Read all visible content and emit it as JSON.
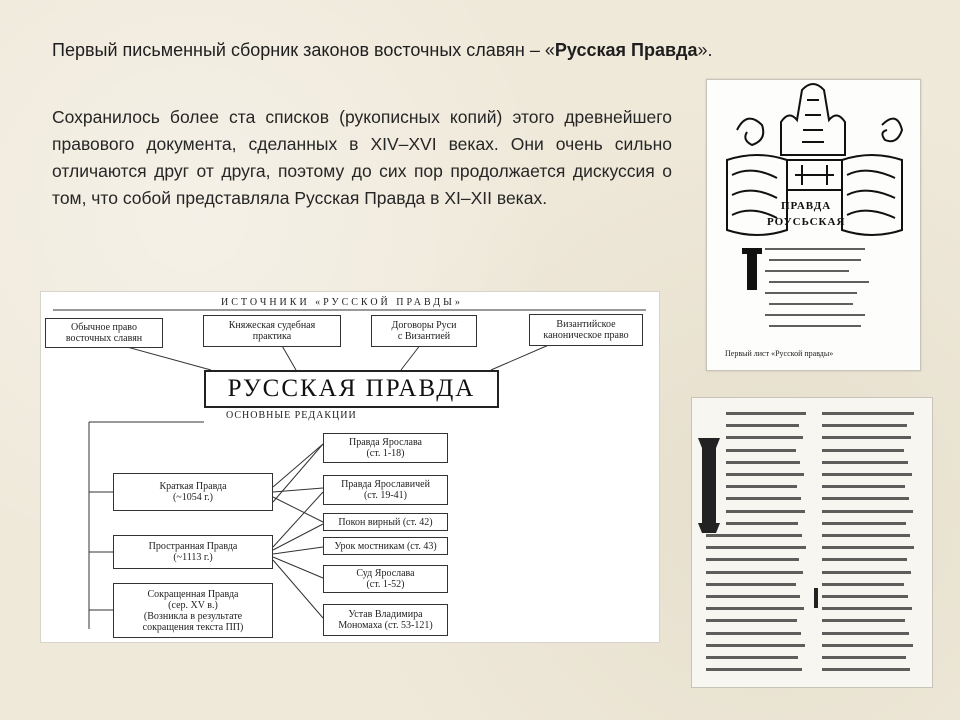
{
  "slide": {
    "title_prefix": "Первый письменный сборник законов восточных славян – «",
    "title_bold": "Русская Правда",
    "title_suffix": "».",
    "paragraph": "Сохранилось более ста списков (рукописных копий) этого древнейшего правового документа, сделанных в XIV–XVI веках. Они очень сильно отличаются друг от друга, поэтому до сих пор продолжается дискуссия о том, что собой представляла Русская Правда в XI–XII веках."
  },
  "diagram": {
    "title": "ИСТОЧНИКИ «РУССКОЙ ПРАВДЫ»",
    "sources": [
      {
        "line1": "Обычное право",
        "line2": "восточных славян"
      },
      {
        "line1": "Княжеская судебная",
        "line2": "практика"
      },
      {
        "line1": "Договоры Руси",
        "line2": "с Византией"
      },
      {
        "line1": "Византийское",
        "line2": "каноническое право"
      }
    ],
    "main_title": "РУССКАЯ ПРАВДА",
    "subtitle": "ОСНОВНЫЕ РЕДАКЦИИ",
    "editions": [
      {
        "line1": "Краткая Правда",
        "line2": "(~1054 г.)"
      },
      {
        "line1": "Пространная Правда",
        "line2": "(~1113 г.)"
      },
      {
        "line1": "Сокращенная Правда",
        "line2": "(сер. XV в.)",
        "line3": "(Возникла в результате",
        "line4": "сокращения текста ПП)"
      }
    ],
    "parts": [
      {
        "line1": "Правда Ярослава",
        "line2": "(ст. 1-18)"
      },
      {
        "line1": "Правда Ярославичей",
        "line2": "(ст. 19-41)"
      },
      {
        "line1": "Покон вирный (ст. 42)"
      },
      {
        "line1": "Урок мостникам (ст. 43)"
      },
      {
        "line1": "Суд Ярослава",
        "line2": "(ст. 1-52)"
      },
      {
        "line1": "Устав Владимира",
        "line2": "Мономаха (ст. 53-121)"
      }
    ]
  },
  "images": {
    "manuscript_title_caption": "Первый лист «Русской правды»",
    "manuscript_heading_1": "ПРАВДА",
    "manuscript_heading_2": "РОУСЬСКАЯ"
  }
}
